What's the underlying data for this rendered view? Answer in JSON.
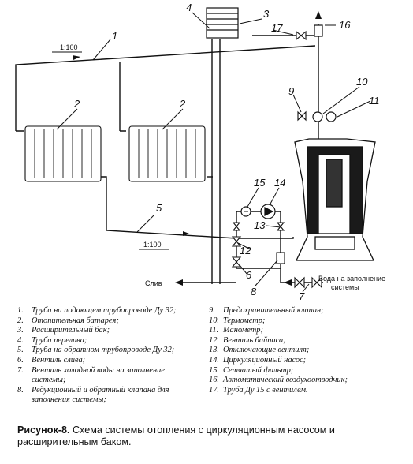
{
  "callouts": {
    "c1": "1",
    "c2a": "2",
    "c2b": "2",
    "c3": "3",
    "c4": "4",
    "c5": "5",
    "c6": "6",
    "c7": "7",
    "c8": "8",
    "c9": "9",
    "c10": "10",
    "c11": "11",
    "c12": "12",
    "c13": "13",
    "c14": "14",
    "c15": "15",
    "c16": "16",
    "c17": "17"
  },
  "slopes": {
    "supply": "1:100",
    "return": "1:100"
  },
  "labels": {
    "drain": "Слив",
    "water_line1": "Вода на заполнение",
    "water_line2": "системы"
  },
  "legend_left": [
    {
      "num": "1.",
      "text": "Труба на подающем трубопроводе Ду 32;"
    },
    {
      "num": "2.",
      "text": "Отопительная батарея;"
    },
    {
      "num": "3.",
      "text": "Расширительный бак;"
    },
    {
      "num": "4.",
      "text": "Труба перелива;"
    },
    {
      "num": "5.",
      "text": "Труба на обратном трубопроводе Ду 32;"
    },
    {
      "num": "6.",
      "text": "Вентиль слива;"
    },
    {
      "num": "7.",
      "text": "Вентиль холодной воды на заполнение"
    },
    {
      "num": "",
      "text": "системы;"
    },
    {
      "num": "8.",
      "text": "Редукционный и обратный клапана для"
    },
    {
      "num": "",
      "text": "заполнения системы;"
    }
  ],
  "legend_right": [
    {
      "num": "9.",
      "text": "Предохранительный клапан;"
    },
    {
      "num": "10.",
      "text": "Термометр;"
    },
    {
      "num": "11.",
      "text": "Манометр;"
    },
    {
      "num": "12.",
      "text": "Вентиль байпаса;"
    },
    {
      "num": "13.",
      "text": "Отключающие вентиля;"
    },
    {
      "num": "14.",
      "text": "Циркуляционный насос;"
    },
    {
      "num": "15.",
      "text": "Сетчатый фильтр;"
    },
    {
      "num": "16.",
      "text": "Автоматический воздухоотводчик;"
    },
    {
      "num": "17.",
      "text": "Труба Ду 15 с вентилем."
    }
  ],
  "caption": {
    "prefix": "Рисунок-8.",
    "text": " Схема системы отопления с циркуляционным насосом и расширительным баком."
  }
}
